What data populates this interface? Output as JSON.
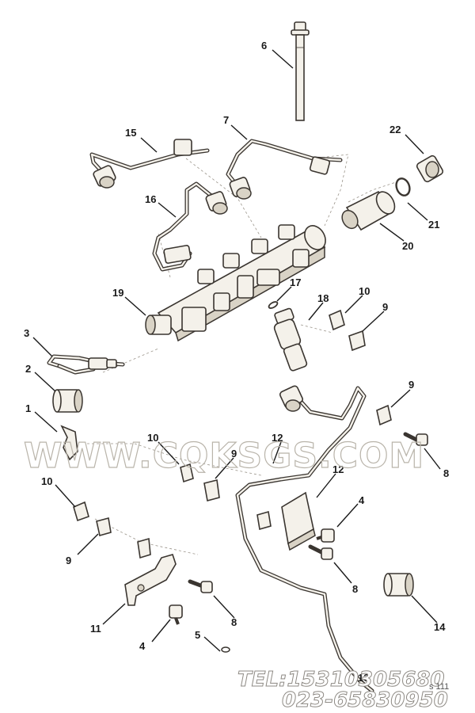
{
  "diagram": {
    "part_numbers": [
      "1",
      "2",
      "3",
      "4",
      "4",
      "5",
      "6",
      "7",
      "8",
      "8",
      "8",
      "9",
      "9",
      "9",
      "9",
      "10",
      "10",
      "10",
      "11",
      "12",
      "12",
      "13",
      "14",
      "15",
      "16",
      "17",
      "18",
      "19",
      "20",
      "21",
      "22"
    ],
    "callouts": {
      "c1": "1",
      "c2": "2",
      "c3": "3",
      "c4a": "4",
      "c4b": "4",
      "c5": "5",
      "c6": "6",
      "c7": "7",
      "c8a": "8",
      "c8b": "8",
      "c8c": "8",
      "c9a": "9",
      "c9b": "9",
      "c9c": "9",
      "c9d": "9",
      "c10a": "10",
      "c10b": "10",
      "c10c": "10",
      "c11": "11",
      "c12a": "12",
      "c12b": "12",
      "c13": "13",
      "c14": "14",
      "c15": "15",
      "c16": "16",
      "c17": "17",
      "c18": "18",
      "c19": "19",
      "c20": "20",
      "c21": "21",
      "c22": "22"
    },
    "colors": {
      "line": "#3a3530",
      "fill": "#f4f1ea",
      "watermark": "#b9b4aa"
    }
  },
  "watermark": {
    "site": "WWW.CQKSGS.COM",
    "tel": "TEL:15310305680",
    "phone2": "023-65830950",
    "drawing_code": "s 111"
  }
}
